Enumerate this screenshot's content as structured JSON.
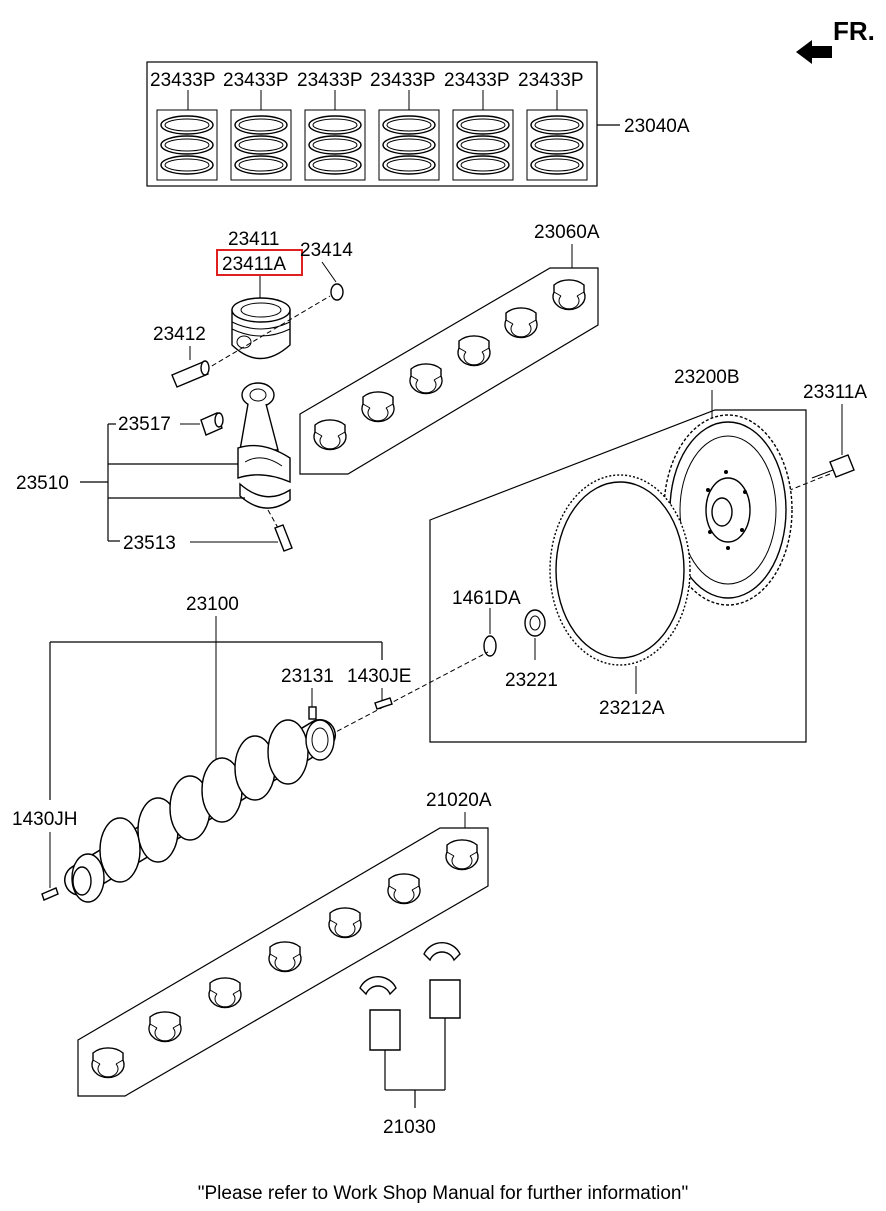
{
  "orientation": {
    "label": "FR.",
    "icon": "arrow-icon"
  },
  "labels": {
    "ring_set": "23040A",
    "ring_p1": "23433P",
    "ring_p2": "23433P",
    "ring_p3": "23433P",
    "ring_p4": "23433P",
    "ring_p5": "23433P",
    "ring_p6": "23433P",
    "piston": "23411",
    "piston_highlighted": "23411A",
    "snap_ring": "23414",
    "piston_pin": "23412",
    "conrod_bearing_set": "23060A",
    "small_end_bushing": "23517",
    "conrod_assy": "23510",
    "conrod_bolt": "23513",
    "flywheel": "23200B",
    "flywheel_bolt": "23311A",
    "crankshaft": "23100",
    "dowel": "1461DA",
    "pilot_bearing": "23221",
    "ring_gear": "23212A",
    "key": "23131",
    "pin_je": "1430JE",
    "pin_jh": "1430JH",
    "main_bearing_set": "21020A",
    "thrust_bearing": "21030"
  },
  "highlight_color": "#e02020",
  "footer_note": "\"Please refer to Work Shop Manual for further information\""
}
